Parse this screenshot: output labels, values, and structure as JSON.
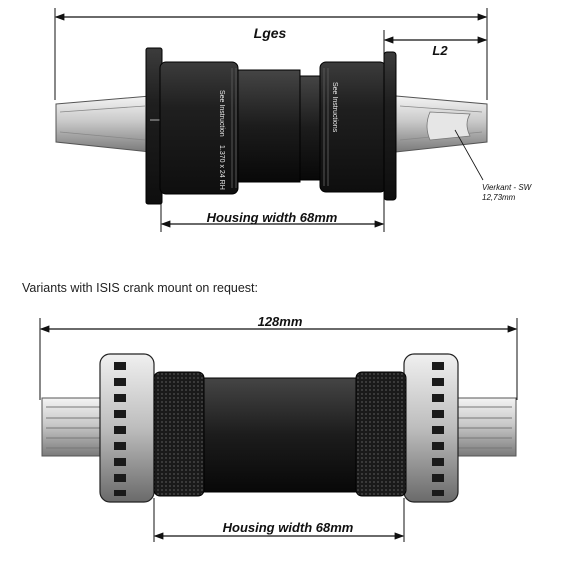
{
  "diagram1": {
    "total_length_label": "Lges",
    "l2_label": "L2",
    "housing_label": "Housing width 68mm",
    "cup_print_left": "See Instruction",
    "cup_print_left2": "1.370 x 24 RH",
    "cup_print_right": "See Instructions",
    "spindle_label_line1": "Vierkant - SW",
    "spindle_label_line2": "12,73mm"
  },
  "caption": "Variants with ISIS crank mount on request:",
  "diagram2": {
    "total_length_label": "128mm",
    "housing_label": "Housing width 68mm"
  },
  "colors": {
    "cup_dark": "#1e1e1e",
    "spindle_light": "#d8d8d8",
    "dimension_line": "#111111"
  }
}
